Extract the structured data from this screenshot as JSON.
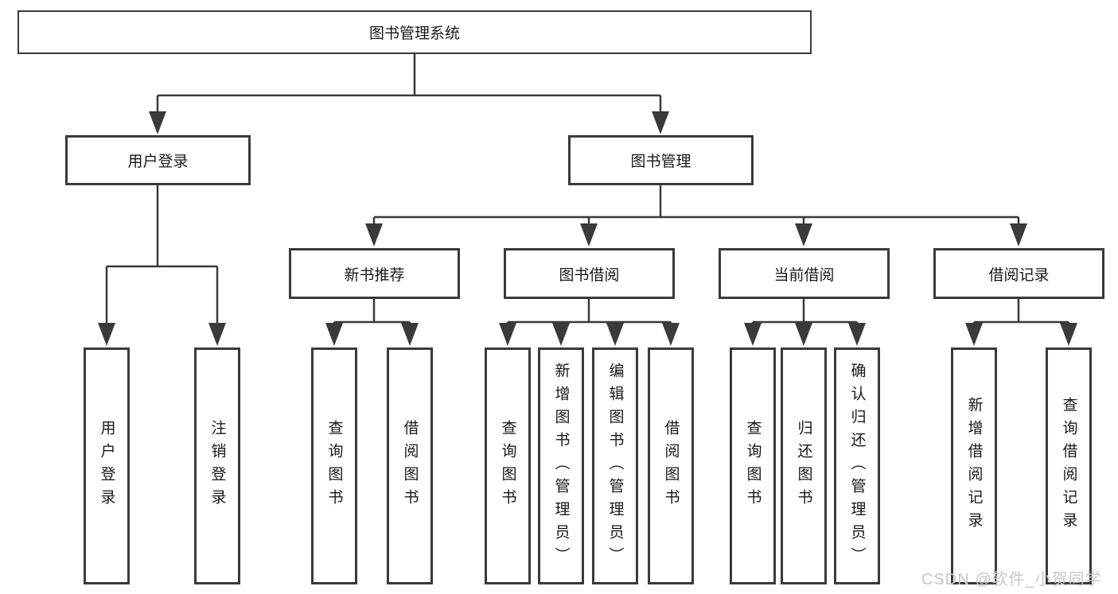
{
  "diagram": {
    "title": "图书管理系统",
    "type": "hierarchy-tree",
    "colors": {
      "line": "#3a3a3a",
      "border": "#3a3a3a",
      "text": "#181818",
      "background": "#ffffff",
      "watermark": "#c7c7c7"
    },
    "nodes": {
      "root": "图书管理系统",
      "user_login": "用户登录",
      "book_management": "图书管理",
      "new_book_recommend": "新书推荐",
      "book_borrow": "图书借阅",
      "current_borrow": "当前借阅",
      "borrow_records": "借阅记录"
    },
    "leaves": [
      "用户登录",
      "注销登录",
      "查询图书",
      "借阅图书",
      "查询图书",
      "新增图书（管理员）",
      "编辑图书（管理员）",
      "借阅图书",
      "查询图书",
      "归还图书",
      "确认归还（管理员）",
      "新增借阅记录",
      "查询借阅记录"
    ],
    "structure": {
      "图书管理系统": {
        "用户登录": [
          "用户登录",
          "注销登录"
        ],
        "图书管理": {
          "新书推荐": [
            "查询图书",
            "借阅图书"
          ],
          "图书借阅": [
            "查询图书",
            "新增图书（管理员）",
            "编辑图书（管理员）",
            "借阅图书"
          ],
          "当前借阅": [
            "查询图书",
            "归还图书",
            "确认归还（管理员）"
          ],
          "借阅记录": [
            "新增借阅记录",
            "查询借阅记录"
          ]
        }
      }
    }
  },
  "watermark": {
    "text": "CSDN @软件_小贺同学"
  }
}
